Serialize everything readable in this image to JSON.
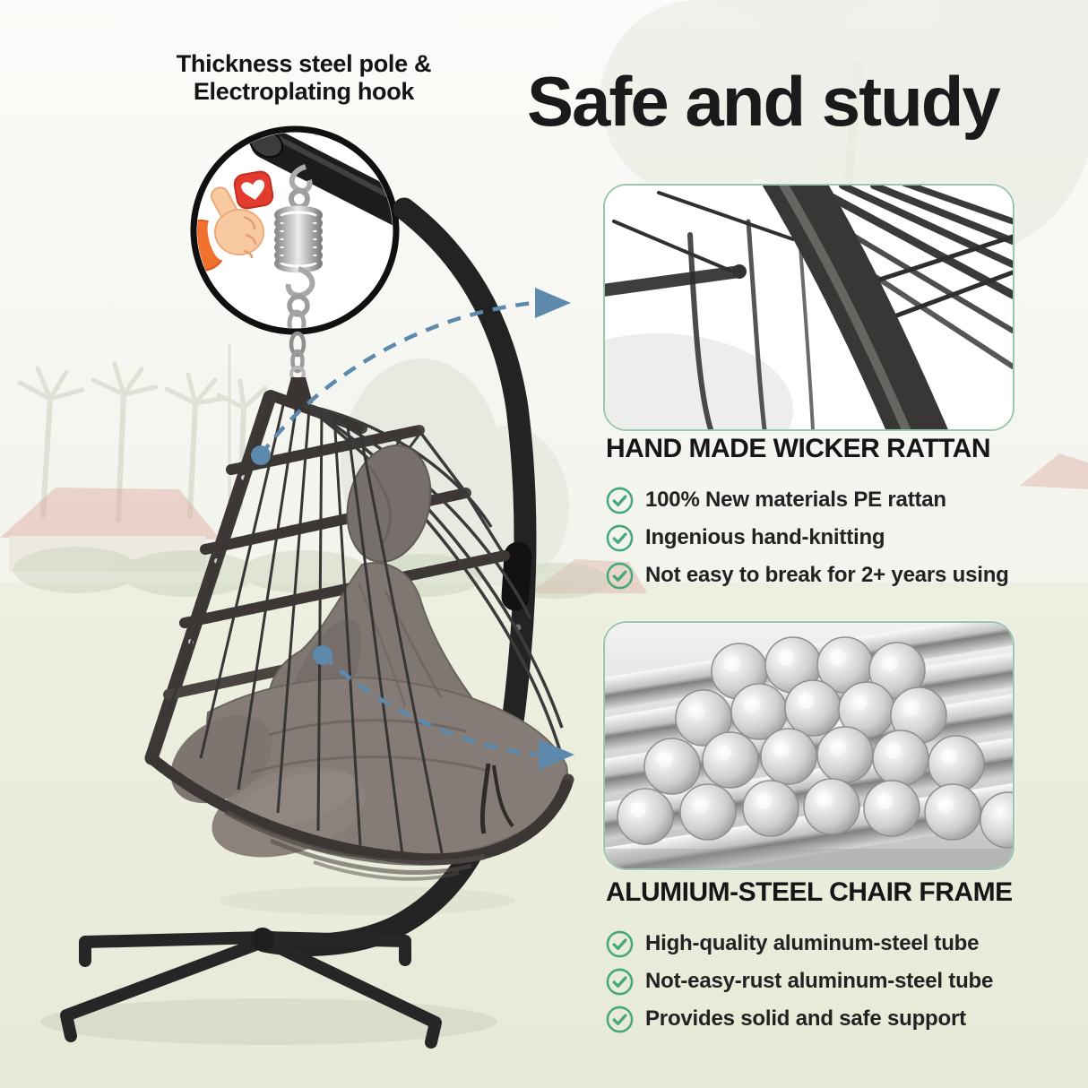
{
  "callout": {
    "line1": "Thickness steel pole &",
    "line2": "Electroplating hook"
  },
  "heading": {
    "title": "Safe and study"
  },
  "sections": [
    {
      "title": "HAND MADE WICKER RATTAN",
      "bullets": [
        "100% New materials PE rattan",
        "Ingenious hand-knitting",
        "Not easy to break for 2+ years using"
      ]
    },
    {
      "title": "ALUMIUM-STEEL CHAIR FRAME",
      "bullets": [
        "High-quality aluminum-steel tube",
        "Not-easy-rust aluminum-steel tube",
        "Provides solid and safe support"
      ]
    }
  ],
  "colors": {
    "check_green": "#44a878",
    "arrow_blue": "#5d89ad",
    "inset_border_green": "#9ac7ab",
    "heart_red": "#e23c30",
    "sleeve_orange": "#f2712e",
    "heading_black": "#1a1a1a"
  },
  "icons": {
    "check": "check-circle-icon",
    "thumb": "thumbs-up-icon",
    "heart": "heart-like-icon",
    "arrow": "dashed-arrow-icon"
  }
}
